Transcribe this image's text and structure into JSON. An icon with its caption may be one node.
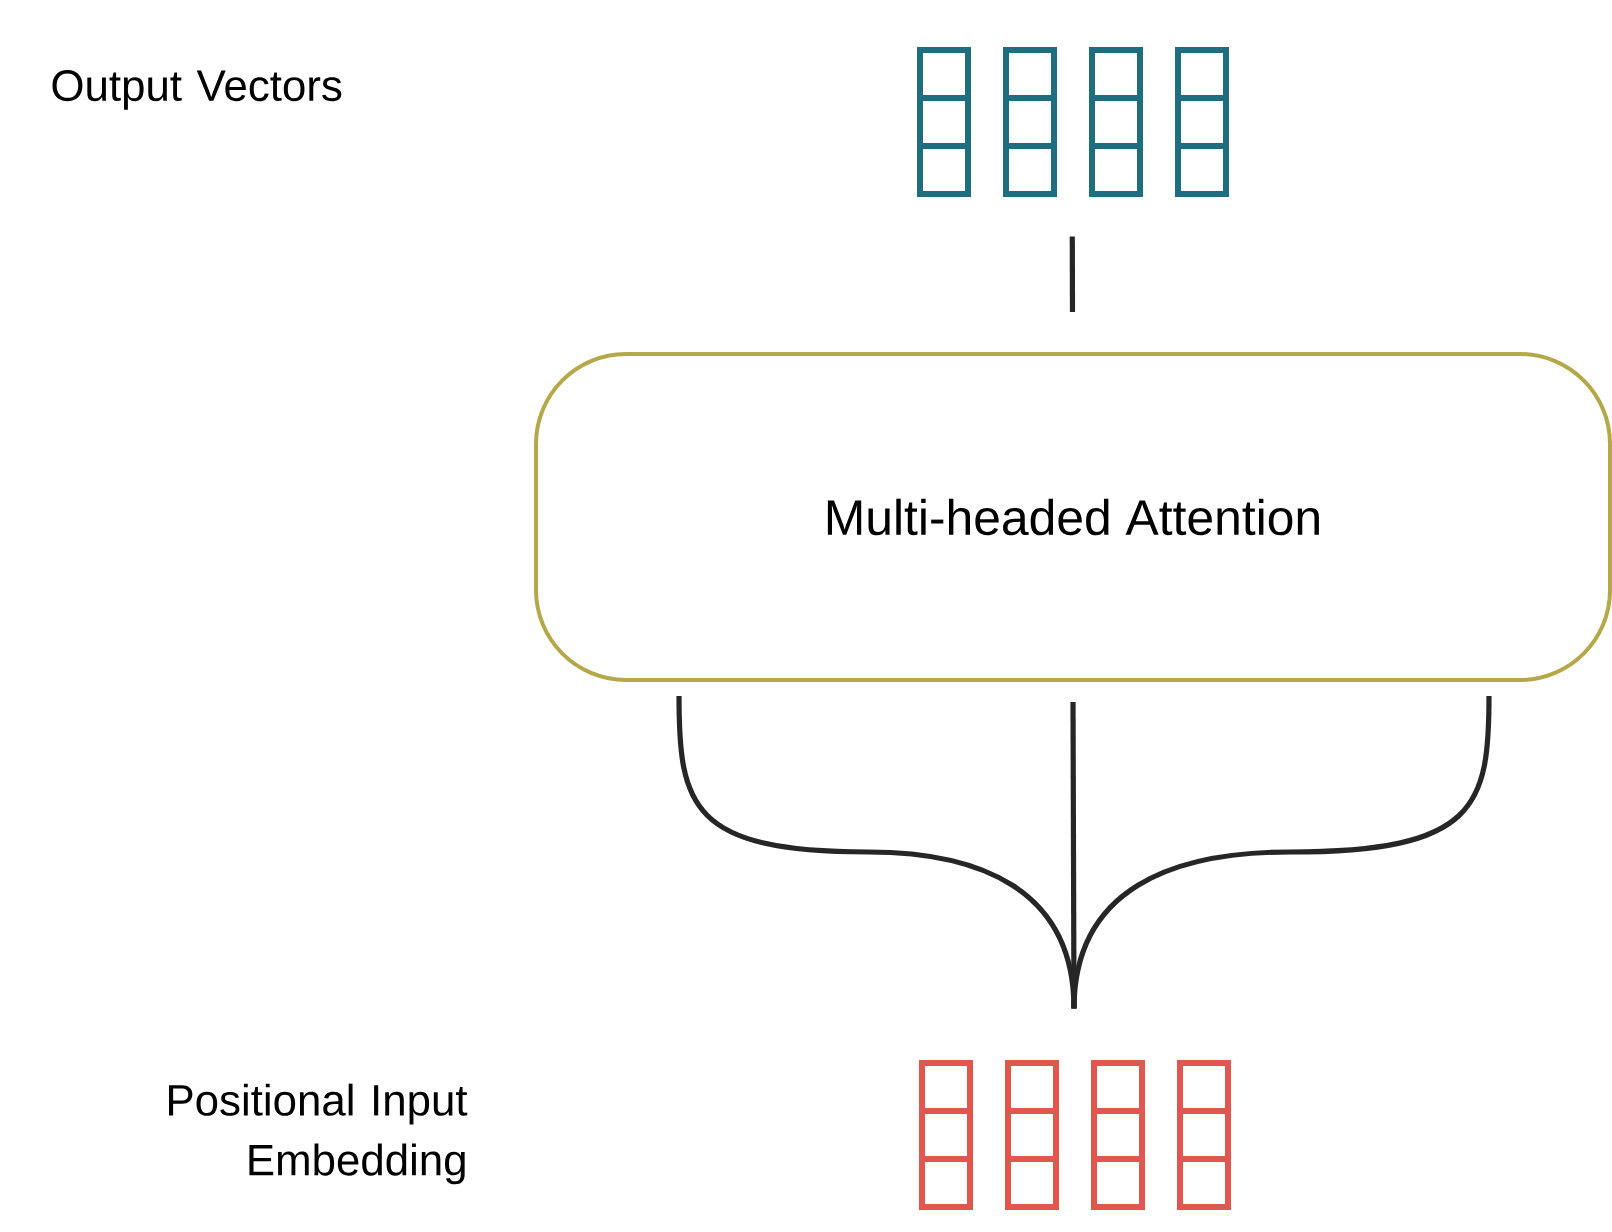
{
  "diagram": {
    "nodes": [
      {
        "text": [],
        "shape": "box"
      },
      {
        "text": [
          "Multi-headed Attention"
        ]
      },
      {
        "text": [],
        "shape": "box"
      }
    ],
    "labels": [
      "Output Vectors",
      "Positional Input Embedding"
    ],
    "edges": [
      {
        "from": 1,
        "to": 0,
        "arrow": "none"
      },
      {
        "from": 2,
        "to": 1,
        "arrow": "none"
      },
      {
        "from": 2,
        "to": 1,
        "arrow": "none"
      },
      {
        "from": 2,
        "to": 1,
        "arrow": "none"
      }
    ]
  }
}
